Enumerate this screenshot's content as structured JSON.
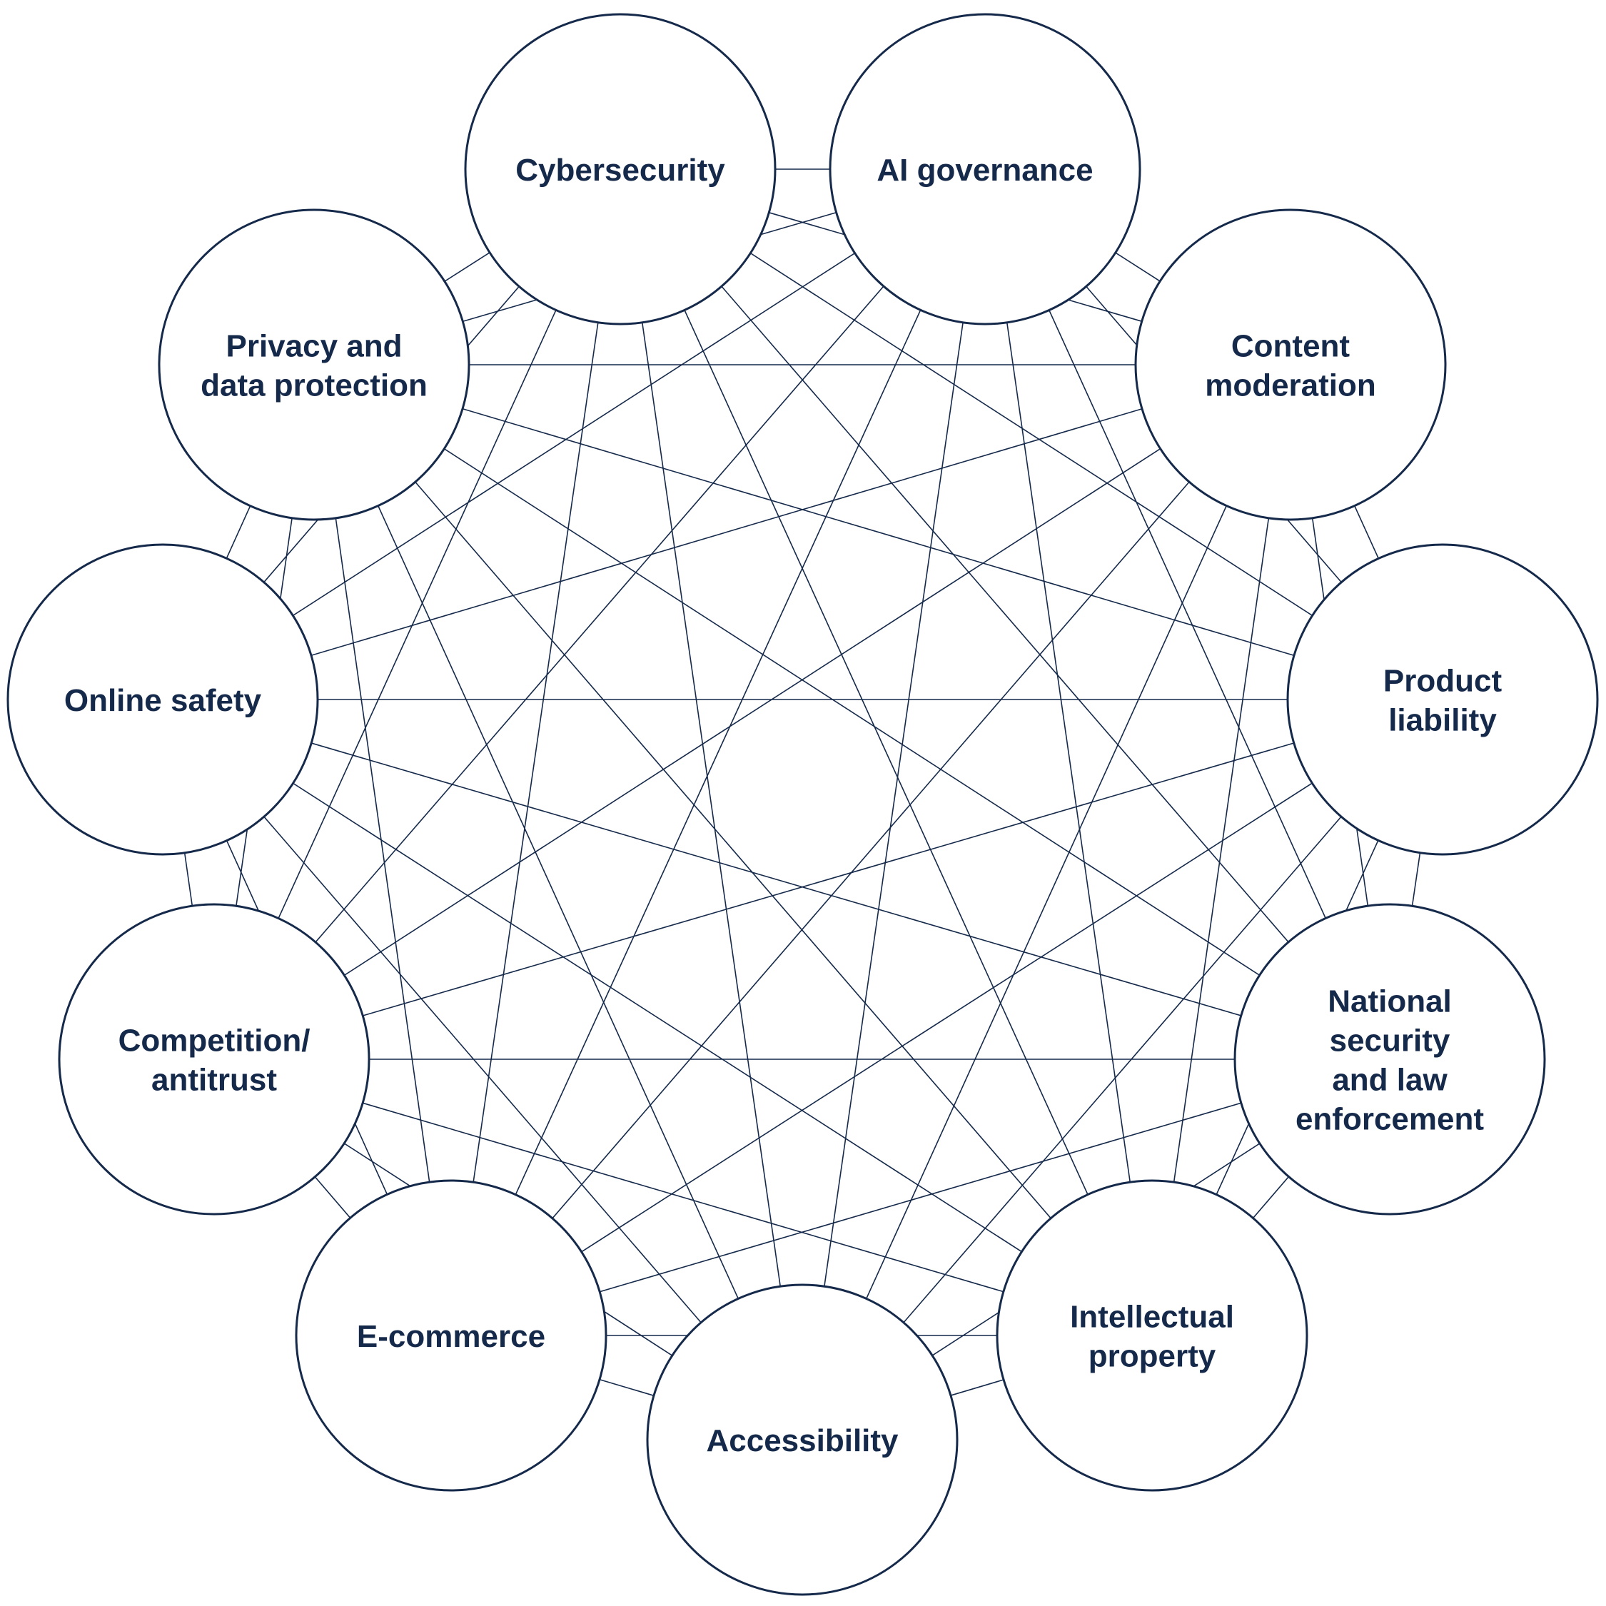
{
  "diagram": {
    "colors": {
      "stroke": "#15294b",
      "text": "#15294b",
      "node_fill": "#ffffff",
      "background": "#ffffff"
    },
    "nodes": [
      {
        "id": "cybersecurity",
        "lines": [
          "Cybersecurity"
        ]
      },
      {
        "id": "ai-governance",
        "lines": [
          "AI governance"
        ]
      },
      {
        "id": "content-moderation",
        "lines": [
          "Content",
          "moderation"
        ]
      },
      {
        "id": "product-liability",
        "lines": [
          "Product",
          "liability"
        ]
      },
      {
        "id": "national-security",
        "lines": [
          "National",
          "security",
          "and law",
          "enforcement"
        ]
      },
      {
        "id": "intellectual-property",
        "lines": [
          "Intellectual",
          "property"
        ]
      },
      {
        "id": "accessibility",
        "lines": [
          "Accessibility"
        ]
      },
      {
        "id": "e-commerce",
        "lines": [
          "E-commerce"
        ]
      },
      {
        "id": "competition-antitrust",
        "lines": [
          "Competition/",
          "antitrust"
        ]
      },
      {
        "id": "online-safety",
        "lines": [
          "Online safety"
        ]
      },
      {
        "id": "privacy",
        "lines": [
          "Privacy and",
          "data protection"
        ]
      }
    ],
    "connections": "complete-graph"
  }
}
